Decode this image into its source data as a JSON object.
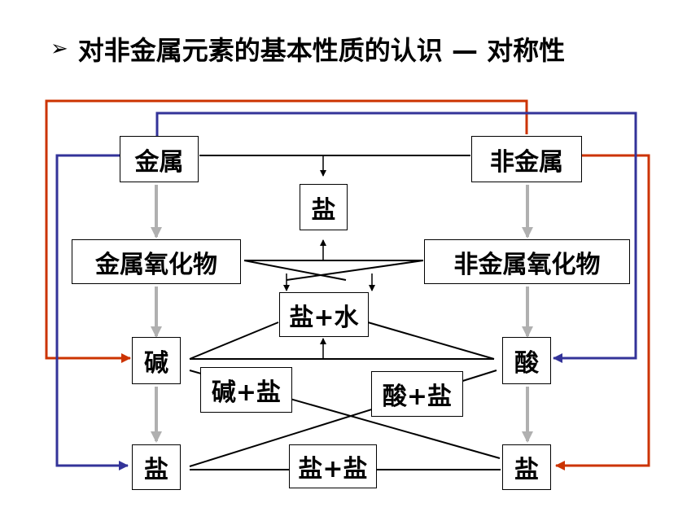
{
  "title": {
    "bullet": "➢",
    "text": "对非金属元素的基本性质的认识 — 对称性"
  },
  "nodes": {
    "metal": "金属",
    "nonmetal": "非金属",
    "salt_top": "盐",
    "metal_oxide": "金属氧化物",
    "nonmetal_oxide": "非金属氧化物",
    "salt_water": "盐+水",
    "base": "碱",
    "acid": "酸",
    "base_salt": "碱+盐",
    "acid_salt": "酸+盐",
    "salt_left": "盐",
    "salt_right": "盐",
    "salt_salt": "盐+盐"
  },
  "colors": {
    "red": "#cc3300",
    "blue": "#333399",
    "gray": "#b0b0b0",
    "black": "#000000"
  }
}
